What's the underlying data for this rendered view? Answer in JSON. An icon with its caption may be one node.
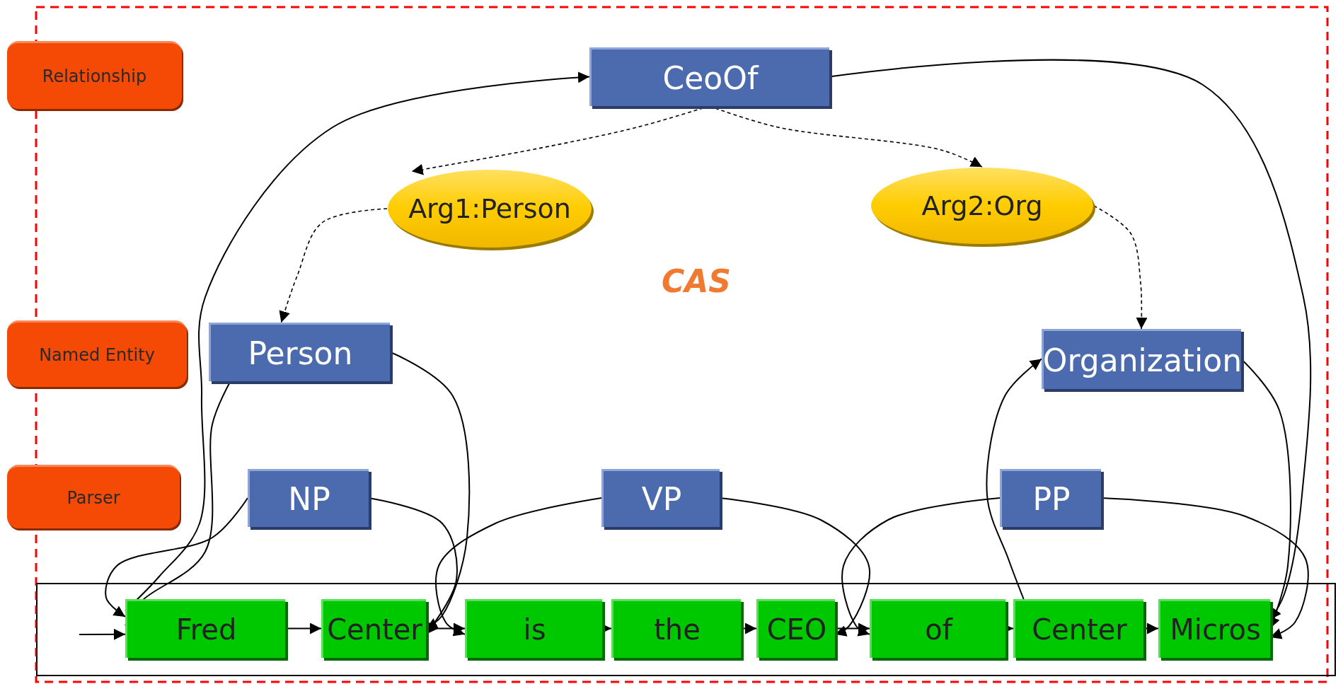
{
  "diagram": {
    "nodes": [
      {
        "text": [
          "Relationship"
        ]
      },
      {
        "text": [
          "CeoOf"
        ]
      },
      {
        "text": [
          "Arg1:Person"
        ]
      },
      {
        "text": [
          "Arg2:Org"
        ]
      },
      {
        "text": [
          "Named Entity"
        ]
      },
      {
        "text": [
          "Person"
        ]
      },
      {
        "text": [
          "Organization"
        ]
      },
      {
        "text": [
          "Parser"
        ]
      },
      {
        "text": [
          "NP"
        ]
      },
      {
        "text": [
          "VP"
        ]
      },
      {
        "text": [
          "PP"
        ]
      },
      {
        "text": [],
        "shape": "box"
      },
      {
        "text": [
          "Fred"
        ],
        "in": 11
      },
      {
        "text": [
          "Center"
        ],
        "in": 11
      },
      {
        "text": [
          "is"
        ],
        "in": 11
      },
      {
        "text": [
          "the"
        ],
        "in": 11
      },
      {
        "text": [
          "CEO"
        ],
        "in": 11
      },
      {
        "text": [
          "of"
        ],
        "in": 11
      },
      {
        "text": [
          "Center"
        ],
        "in": 11
      },
      {
        "text": [
          "Micros"
        ],
        "in": 11
      }
    ],
    "edges": [
      {
        "from": null,
        "to": 12,
        "arrow": "to"
      },
      {
        "from": 12,
        "to": 13,
        "arrow": "to"
      },
      {
        "from": 13,
        "to": 14,
        "arrow": "to"
      },
      {
        "from": 14,
        "to": 15,
        "arrow": "to"
      },
      {
        "from": 15,
        "to": 16,
        "arrow": "to"
      },
      {
        "from": 16,
        "to": 17,
        "arrow": "to"
      },
      {
        "from": 17,
        "to": 18,
        "arrow": "to"
      },
      {
        "from": 18,
        "to": 19,
        "arrow": "to"
      },
      {
        "from": 1,
        "to": 2,
        "arrow": "to",
        "style": "dashed"
      },
      {
        "from": 1,
        "to": 3,
        "arrow": "to",
        "style": "dashed"
      },
      {
        "from": 2,
        "to": 5,
        "arrow": "to",
        "style": "dashed"
      },
      {
        "from": 3,
        "to": 6,
        "arrow": "to",
        "style": "dashed"
      },
      {
        "from": 12,
        "to": 1,
        "arrow": "to"
      },
      {
        "from": 1,
        "to": 19,
        "arrow": "to"
      },
      {
        "from": 5,
        "to": 12,
        "arrow": "to"
      },
      {
        "from": 5,
        "to": 13,
        "arrow": "to"
      },
      {
        "from": 18,
        "to": 6,
        "arrow": "to"
      },
      {
        "from": 6,
        "to": 19,
        "arrow": "to"
      },
      {
        "from": 8,
        "to": 12,
        "arrow": "to"
      },
      {
        "from": 8,
        "to": 13,
        "arrow": "to"
      },
      {
        "from": 9,
        "to": 14,
        "arrow": "to"
      },
      {
        "from": 9,
        "to": 16,
        "arrow": "to"
      },
      {
        "from": 10,
        "to": 17,
        "arrow": "to"
      },
      {
        "from": 10,
        "to": 19,
        "arrow": "to"
      }
    ],
    "labels": [
      "CAS"
    ]
  }
}
